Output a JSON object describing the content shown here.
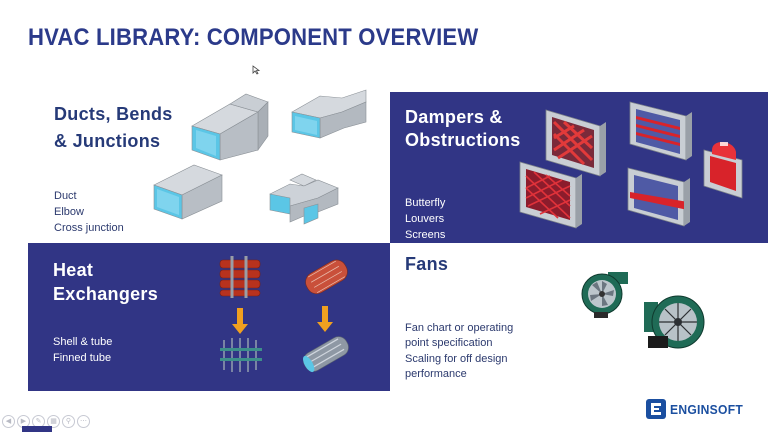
{
  "slide": {
    "title": "HVAC LIBRARY: COMPONENT OVERVIEW"
  },
  "panels": {
    "ducts": {
      "heading_line1": "Ducts, Bends",
      "heading_line2": "& Junctions",
      "items": [
        "Duct",
        "Elbow",
        "Cross junction"
      ]
    },
    "dampers": {
      "heading_line1": "Dampers &",
      "heading_line2": "Obstructions",
      "items": [
        "Butterfly",
        "Louvers",
        "Screens"
      ]
    },
    "heat": {
      "heading_line1": "Heat",
      "heading_line2": "Exchangers",
      "items": [
        "Shell & tube",
        "Finned tube"
      ]
    },
    "fans": {
      "heading": "Fans",
      "items": [
        "Fan chart or operating",
        "point specification",
        "Scaling for off design",
        "performance"
      ]
    }
  },
  "logo": {
    "text": "ENGINSOFT"
  },
  "colors": {
    "title": "#2b3a8a",
    "panel_blue": "#313585",
    "duct_grey": "#c3c8cf",
    "duct_inner": "#5bc6e6",
    "damper_red": "#d8232a",
    "fan_green": "#1f6b56",
    "logo_blue": "#1b4fa0"
  },
  "icons": [
    "cursor-icon",
    "slideshow-control-icons",
    "enginsoft-logo-icon"
  ]
}
